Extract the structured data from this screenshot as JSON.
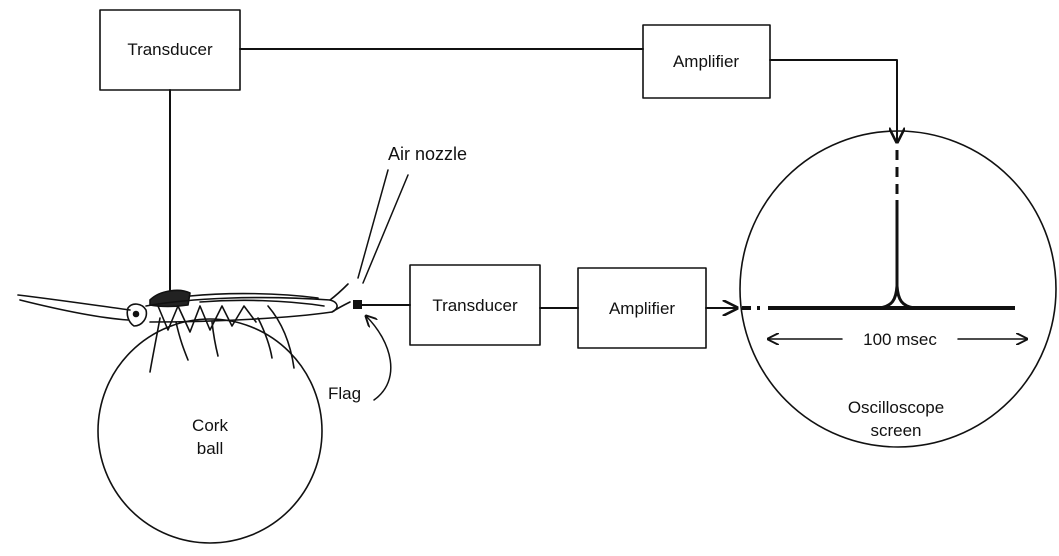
{
  "labels": {
    "transducer_top": "Transducer",
    "amplifier_top": "Amplifier",
    "air_nozzle": "Air  nozzle",
    "transducer_mid": "Transducer",
    "amplifier_mid": "Amplifier",
    "flag": "Flag",
    "cork_line1": "Cork",
    "cork_line2": "ball",
    "time_scale": "100 msec",
    "scope_line1": "Oscilloscope",
    "scope_line2": "screen"
  }
}
